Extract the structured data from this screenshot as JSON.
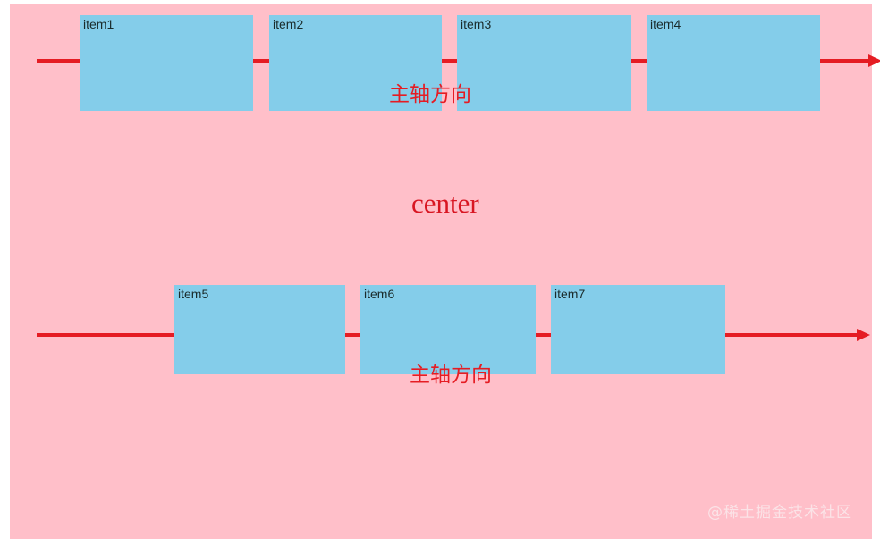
{
  "diagram": {
    "container": {
      "name": "flex-container",
      "background_color": "#ffbfc9",
      "align_items_value": "center",
      "center_label": "center"
    },
    "accent_colors": {
      "item_fill": "#84cdea",
      "arrow_red": "#e51c23",
      "center_text_red": "#d81622",
      "container_pink": "#ffbfc9"
    },
    "rows": [
      {
        "id": "row-1",
        "axis_label": "主轴方向",
        "items": [
          {
            "label": "item1"
          },
          {
            "label": "item2"
          },
          {
            "label": "item3"
          },
          {
            "label": "item4"
          }
        ]
      },
      {
        "id": "row-2",
        "axis_label": "主轴方向",
        "items": [
          {
            "label": "item5"
          },
          {
            "label": "item6"
          },
          {
            "label": "item7"
          }
        ]
      }
    ],
    "watermark": "@稀土掘金技术社区"
  }
}
